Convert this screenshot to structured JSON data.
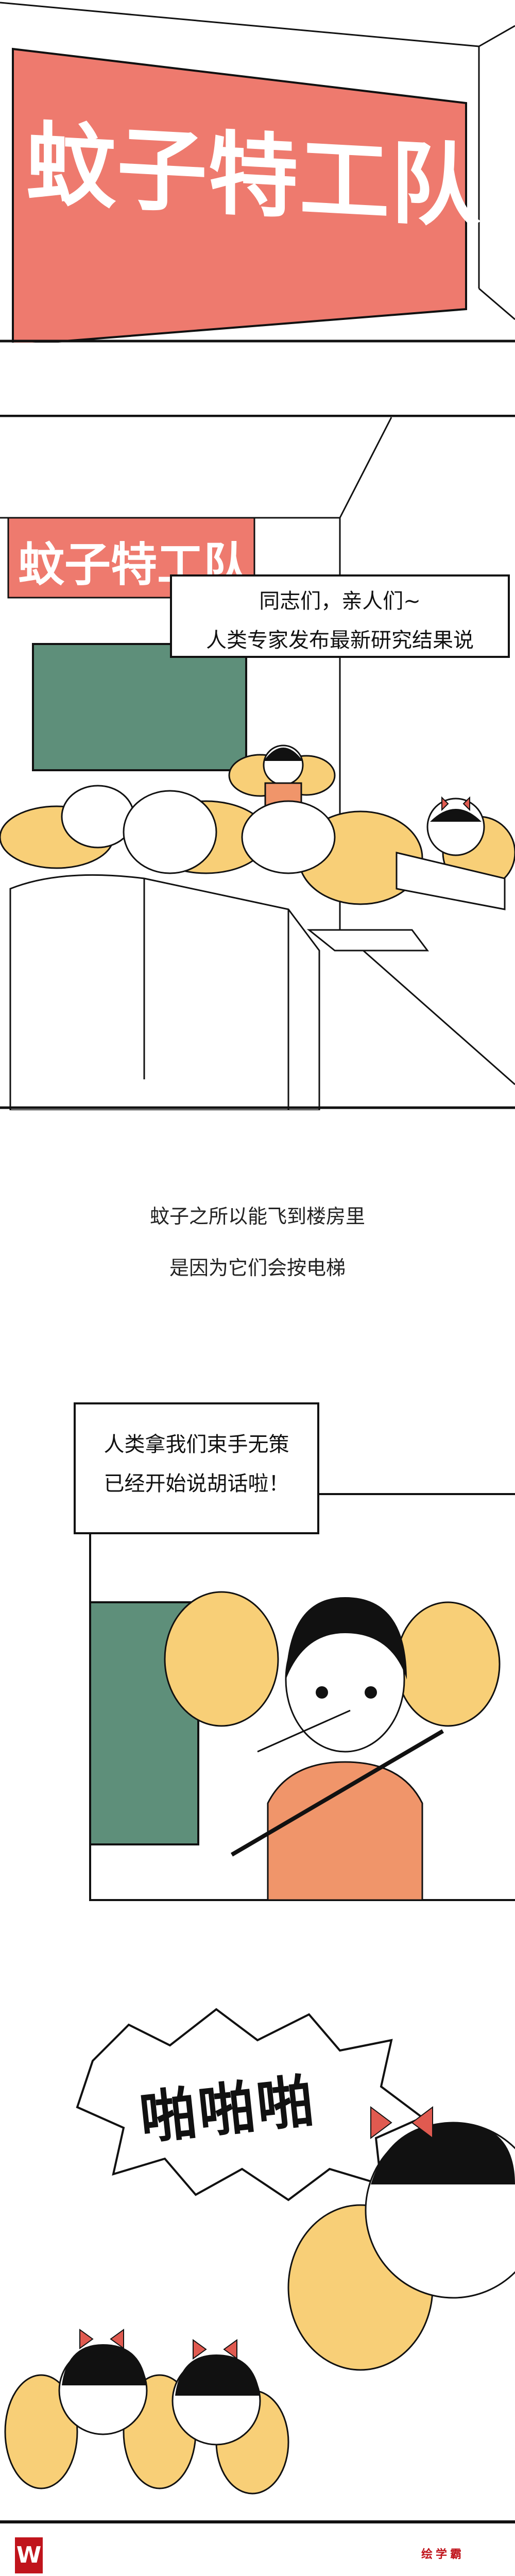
{
  "panel1": {
    "sign_text": "蚊子特工队"
  },
  "panel2": {
    "sign_text": "蚊子特工队",
    "speech": [
      "同志们，亲人们~",
      "人类专家发布最新研究结果说"
    ]
  },
  "caption": [
    "蚊子之所以能飞到楼房里",
    "是因为它们会按电梯"
  ],
  "panel3": {
    "speech": [
      "人类拿我们束手无策",
      "已经开始说胡话啦！"
    ]
  },
  "panel4": {
    "sound_effect": "啪啪啪"
  },
  "footer": {
    "brand": "绘学霸",
    "logo_icon": "w-logo-icon"
  },
  "colors": {
    "sign": "#ee7a6e",
    "wing": "#f8cf77",
    "board": "#5e8f7a",
    "shirt": "#f0956a",
    "logo": "#c0141c"
  }
}
